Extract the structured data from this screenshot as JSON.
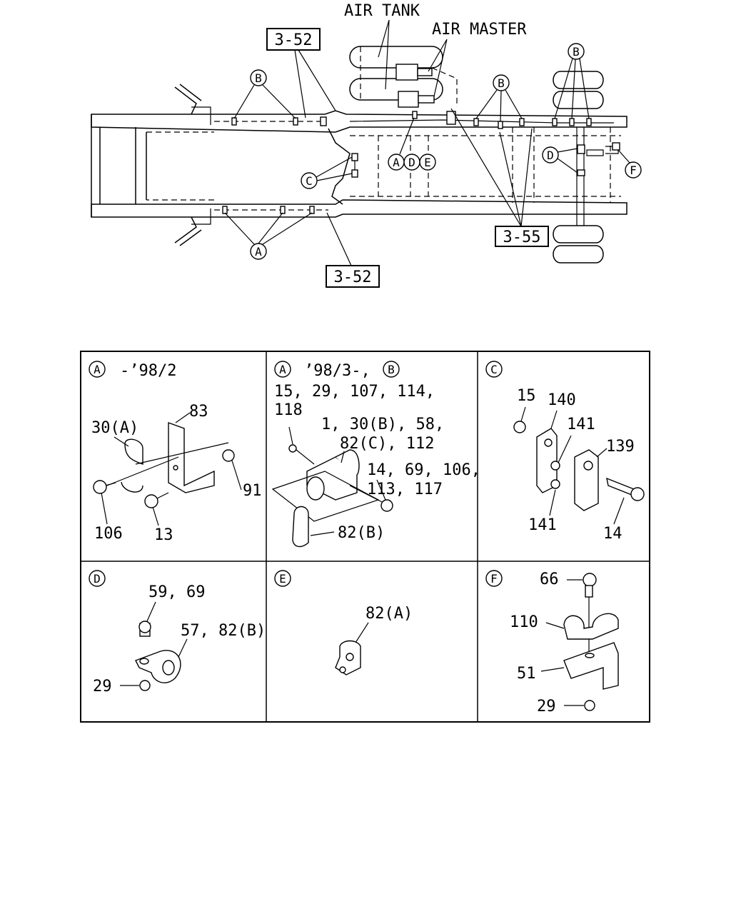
{
  "overview": {
    "air_tank": "AIR TANK",
    "air_master": "AIR MASTER",
    "ref_top": "3-52",
    "ref_bottom": "3-52",
    "ref_right": "3-55",
    "callouts": {
      "a": "A",
      "b": "B",
      "c": "C",
      "d": "D",
      "e": "E",
      "f": "F"
    }
  },
  "panels": {
    "a1": {
      "letter": "A",
      "header": "-’98/2",
      "labels": [
        "83",
        "30(A)",
        "91",
        "106",
        "13"
      ]
    },
    "a2": {
      "letter_a": "A",
      "header": "’98/3-,",
      "letter_b": "B",
      "labels": [
        "15, 29, 107, 114,",
        "118",
        "1, 30(B), 58,",
        "82(C), 112",
        "14, 69, 106,",
        "113, 117",
        "82(B)"
      ]
    },
    "c": {
      "letter": "C",
      "labels": [
        "15",
        "140",
        "141",
        "139",
        "141",
        "14"
      ]
    },
    "d": {
      "letter": "D",
      "labels": [
        "59, 69",
        "57, 82(B)",
        "29"
      ]
    },
    "e": {
      "letter": "E",
      "labels": [
        "82(A)"
      ]
    },
    "f": {
      "letter": "F",
      "labels": [
        "66",
        "110",
        "51",
        "29"
      ]
    }
  }
}
